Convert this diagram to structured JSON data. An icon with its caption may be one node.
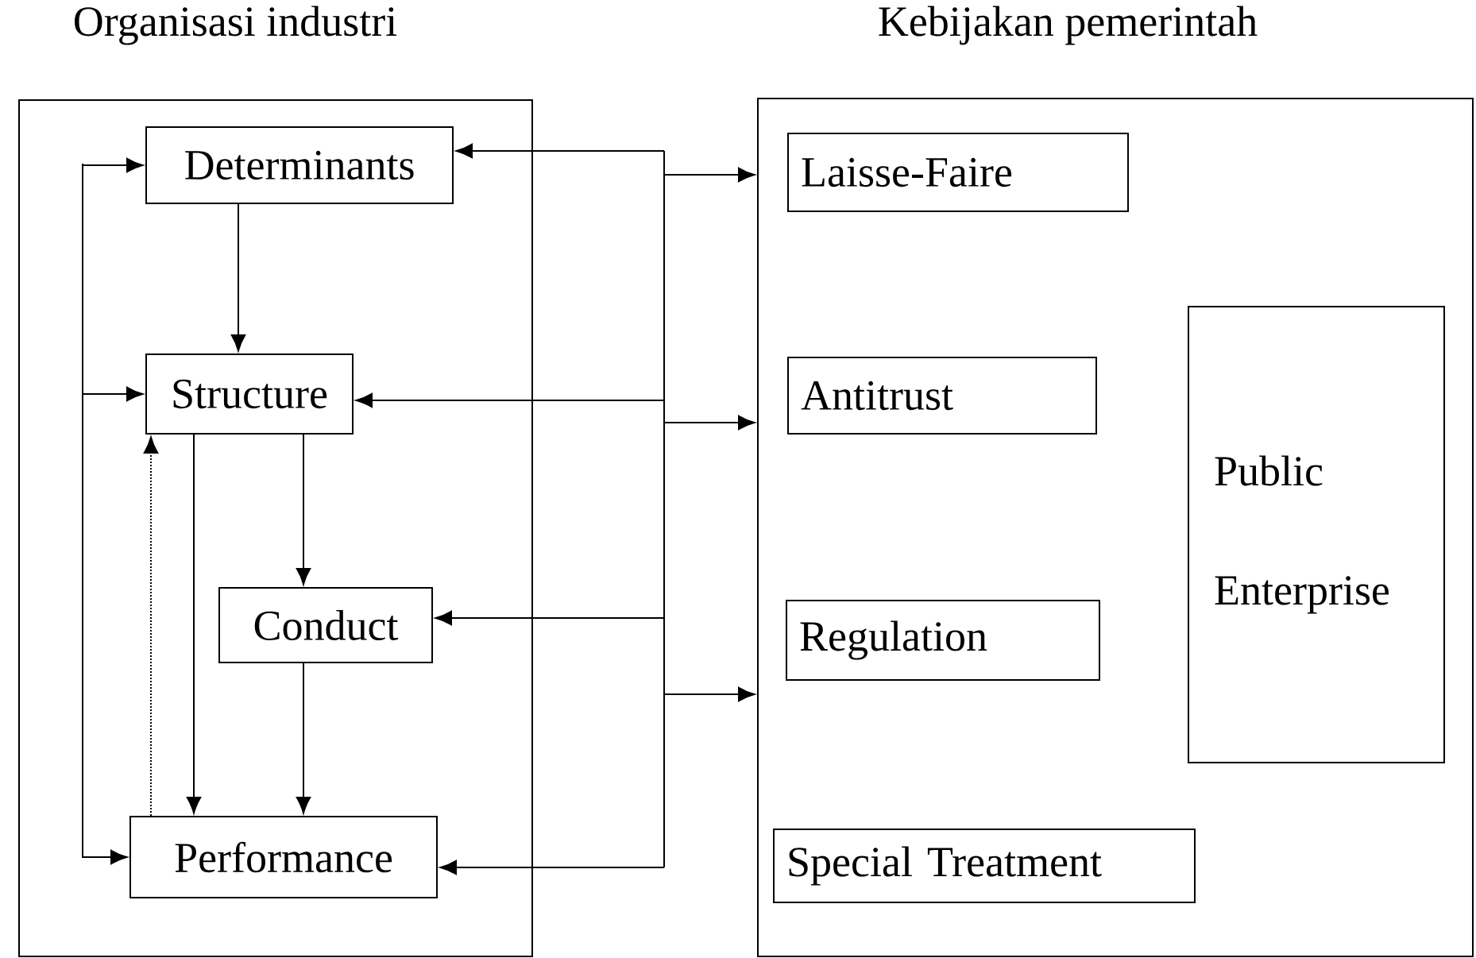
{
  "diagram": {
    "nodes": [
      {
        "text": [
          "Organisasi industri"
        ]
      },
      {
        "text": [
          "Determinants"
        ],
        "in": 0
      },
      {
        "text": [
          "Structure"
        ],
        "in": 0
      },
      {
        "text": [
          "Conduct"
        ],
        "in": 0
      },
      {
        "text": [
          "Performance"
        ],
        "in": 0
      },
      {
        "text": [
          "Kebijakan pemerintah"
        ]
      },
      {
        "text": [
          "Laisse-Faire"
        ],
        "in": 5
      },
      {
        "text": [
          "Antitrust"
        ],
        "in": 5
      },
      {
        "text": [
          "Regulation"
        ],
        "in": 5
      },
      {
        "text": [
          "Special Treatment"
        ],
        "in": 5
      },
      {
        "text": [
          "Public Enterprise"
        ],
        "in": 5
      }
    ],
    "edges": [
      {
        "from": 1,
        "to": 2,
        "arrow": "to"
      },
      {
        "from": 2,
        "to": 3,
        "arrow": "to"
      },
      {
        "from": 2,
        "to": 4,
        "arrow": "to"
      },
      {
        "from": 3,
        "to": 4,
        "arrow": "to"
      },
      {
        "from": 4,
        "to": 2,
        "arrow": "to",
        "style": "dashed"
      },
      {
        "from": null,
        "to": 1,
        "arrow": "to"
      },
      {
        "from": null,
        "to": 2,
        "arrow": "to"
      },
      {
        "from": null,
        "to": 4,
        "arrow": "to"
      },
      {
        "from": null,
        "to": 1,
        "arrow": "to"
      },
      {
        "from": null,
        "to": 6,
        "arrow": "to"
      },
      {
        "from": null,
        "to": 2,
        "arrow": "to"
      },
      {
        "from": null,
        "to": 7,
        "arrow": "to"
      },
      {
        "from": null,
        "to": 3,
        "arrow": "to"
      },
      {
        "from": null,
        "to": 8,
        "arrow": "to"
      },
      {
        "from": null,
        "to": 4,
        "arrow": "to"
      }
    ]
  }
}
